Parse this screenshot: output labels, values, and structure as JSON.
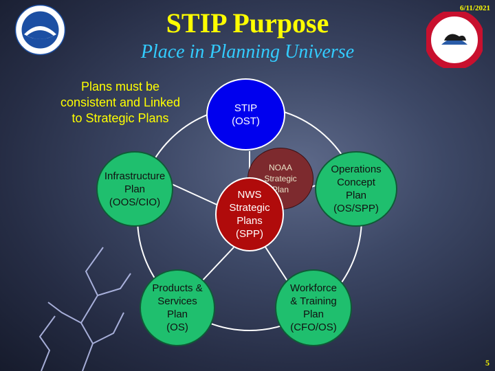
{
  "header": {
    "title": "STIP Purpose",
    "subtitle": "Place in Planning Universe",
    "date": "6/11/2021",
    "page_number": "5"
  },
  "note": "Plans must be consistent and Linked to Strategic Plans",
  "logos": {
    "left": "noaa-logo",
    "right": "national-weather-service-logo"
  },
  "nodes": {
    "stip": "STIP\n(OST)",
    "infrastructure": "Infrastructure\nPlan\n(OOS/CIO)",
    "operations": "Operations\nConcept\nPlan\n(OS/SPP)",
    "products": "Products &\nServices\nPlan\n(OS)",
    "workforce": "Workforce\n& Training\nPlan\n(CFO/OS)",
    "noaa_strategic": "NOAA\nStrategic\nPlan",
    "nws_strategic": "NWS\nStrategic\nPlans\n(SPP)"
  },
  "colors": {
    "title": "#ffff00",
    "subtitle": "#33ccff",
    "green_node": "#1fbf6e",
    "blue_node": "#0000ee",
    "red_node": "#b00b0b",
    "maroon_node": "#7d2a2e"
  }
}
